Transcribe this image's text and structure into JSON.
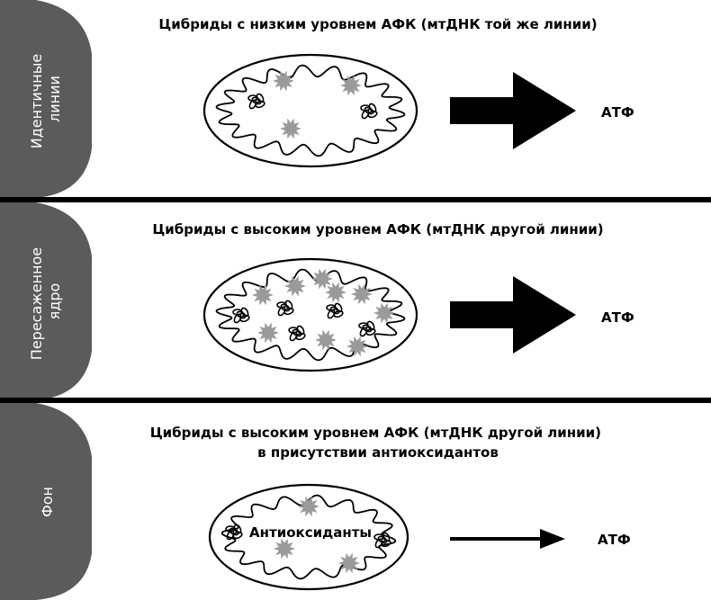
{
  "panels": [
    {
      "side_label_lines": [
        "Идентичные",
        "линии"
      ],
      "title_lines": [
        "Цибриды с низким уровнем АФК (мтДНК той же линии)"
      ],
      "output_label": "АТФ"
    },
    {
      "side_label_lines": [
        "Пересаженное",
        "ядро"
      ],
      "title_lines": [
        "Цибриды с высоким уровнем АФК (мтДНК другой линии)"
      ],
      "output_label": "АТФ"
    },
    {
      "side_label_lines": [
        "Фон"
      ],
      "title_lines": [
        "Цибриды с высоким уровнем АФК (мтДНК другой линии)",
        "в присутствии антиоксидантов"
      ],
      "output_label": "АТФ",
      "inner_label": "Антиоксиданты"
    }
  ],
  "colors": {
    "tab_fill": "#5b5b5b",
    "tab_text": "#ffffff",
    "ros_star": "#9a9a9a",
    "outline": "#000000",
    "divider": "#000000"
  },
  "icons": {
    "ros": "ros-star-icon",
    "mtdna": "mtdna-knot-icon",
    "arrow": "atp-arrow-icon"
  }
}
